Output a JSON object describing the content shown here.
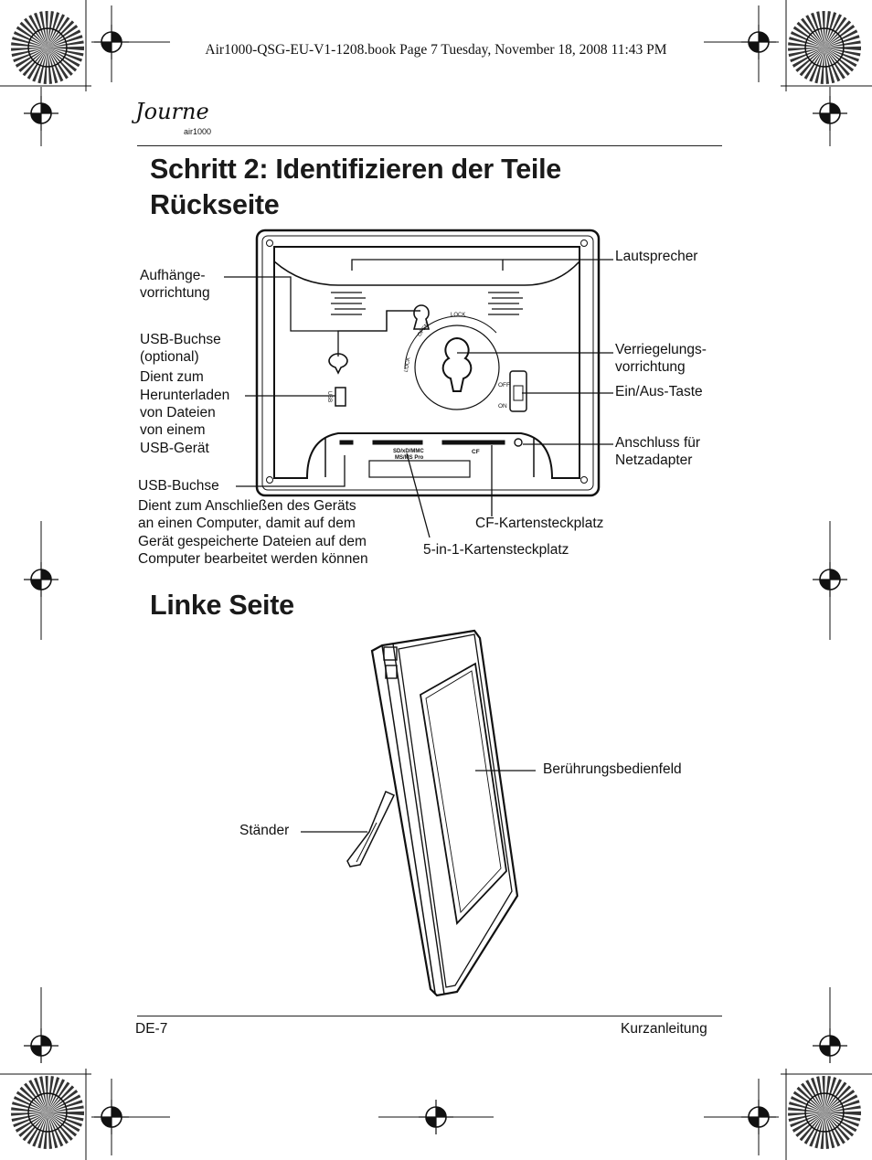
{
  "print_header": "Air1000-QSG-EU-V1-1208.book  Page 7  Tuesday, November 18, 2008  11:43 PM",
  "logo": {
    "script": "Journe",
    "sub": "air1000"
  },
  "headings": {
    "step": "Schritt 2: Identifizieren der Teile",
    "back": "Rückseite",
    "left": "Linke Seite"
  },
  "back_labels": {
    "aufhaenge_1": "Aufhänge-",
    "aufhaenge_2": "vorrichtung",
    "usb_opt_1": "USB-Buchse",
    "usb_opt_2": "(optional)",
    "usb_opt_3": "Dient zum",
    "usb_opt_4": "Herunterladen",
    "usb_opt_5": "von Dateien",
    "usb_opt_6": "von einem",
    "usb_opt_7": "USB-Gerät",
    "usb_1": "USB-Buchse",
    "usb_desc_1": "Dient zum Anschließen des Geräts",
    "usb_desc_2": "an einen Computer, damit auf dem",
    "usb_desc_3": "Gerät gespeicherte Dateien auf dem",
    "usb_desc_4": "Computer bearbeitet werden können",
    "lautsprecher": "Lautsprecher",
    "verriegelung_1": "Verriegelungs-",
    "verriegelung_2": "vorrichtung",
    "einaus": "Ein/Aus-Taste",
    "netz_1": "Anschluss für",
    "netz_2": "Netzadapter",
    "cf": "CF-Kartensteckplatz",
    "five_in_one": "5-in-1-Kartensteckplatz"
  },
  "device_print": {
    "lock_top": "LOCK",
    "open": "OPEN",
    "lock_left": "LOCK",
    "off": "OFF",
    "on": "ON",
    "usb": "USB",
    "sd": "SD/xD/MMC",
    "ms": "MS/MS Pro",
    "cf": "CF"
  },
  "side_labels": {
    "panel": "Berührungsbedienfeld",
    "stand": "Ständer"
  },
  "footer": {
    "left": "DE-7",
    "right": "Kurzanleitung"
  }
}
